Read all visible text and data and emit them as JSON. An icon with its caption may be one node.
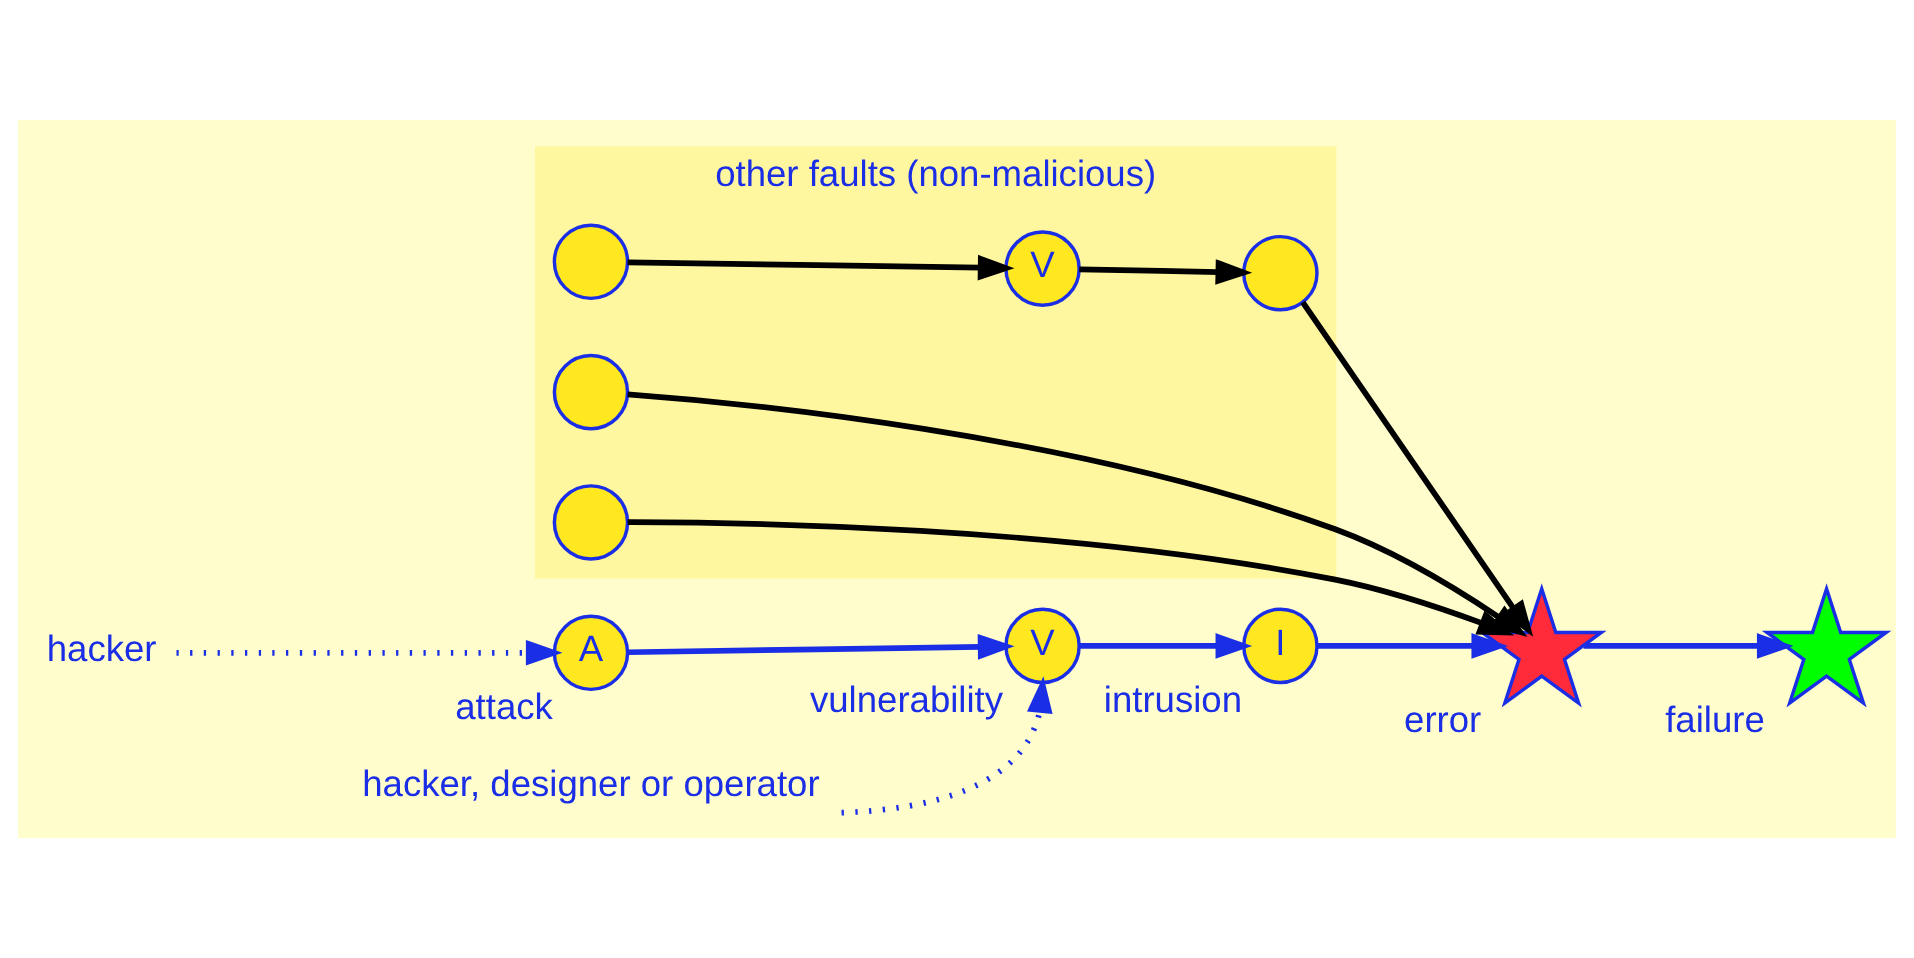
{
  "diagram": {
    "nodes": [
      {
        "text": [
          "hacker"
        ]
      },
      {
        "text": [
          "A"
        ],
        "beside": [
          "attack"
        ]
      },
      {
        "text": [
          "hacker, designer or operator"
        ]
      },
      {
        "text": [
          "V"
        ],
        "beside": [
          "vulnerability"
        ]
      },
      {
        "text": [
          "I"
        ],
        "beside": [
          "intrusion"
        ]
      },
      {
        "text": [],
        "shape": "star",
        "beside": [
          "error"
        ]
      },
      {
        "text": [],
        "shape": "star",
        "beside": [
          "failure"
        ]
      },
      {
        "text": [
          "other faults (non-malicious)"
        ]
      },
      {
        "text": [],
        "shape": "circle",
        "in": 7
      },
      {
        "text": [],
        "shape": "circle",
        "in": 7
      },
      {
        "text": [
          "V"
        ],
        "in": 7
      },
      {
        "text": [],
        "shape": "circle",
        "in": 7
      },
      {
        "text": [],
        "shape": "circle",
        "in": 7
      }
    ],
    "edges": [
      {
        "from": 0,
        "to": 1,
        "arrow": "to",
        "style": "dashed"
      },
      {
        "from": 1,
        "to": 3,
        "arrow": "to"
      },
      {
        "from": 2,
        "to": 3,
        "arrow": "to",
        "style": "dashed"
      },
      {
        "from": 3,
        "to": 4,
        "arrow": "to"
      },
      {
        "from": 4,
        "to": 5,
        "arrow": "to"
      },
      {
        "from": 5,
        "to": 6,
        "arrow": "to"
      },
      {
        "from": 8,
        "to": 10,
        "arrow": "to",
        "color": "#000000"
      },
      {
        "from": 10,
        "to": 12,
        "arrow": "to",
        "color": "#000000"
      },
      {
        "from": 9,
        "to": 5,
        "arrow": "to",
        "color": "#000000"
      },
      {
        "from": 12,
        "to": 5,
        "arrow": "to",
        "color": "#000000"
      },
      {
        "from": 11,
        "to": 5,
        "arrow": "to",
        "color": "#000000"
      }
    ]
  }
}
